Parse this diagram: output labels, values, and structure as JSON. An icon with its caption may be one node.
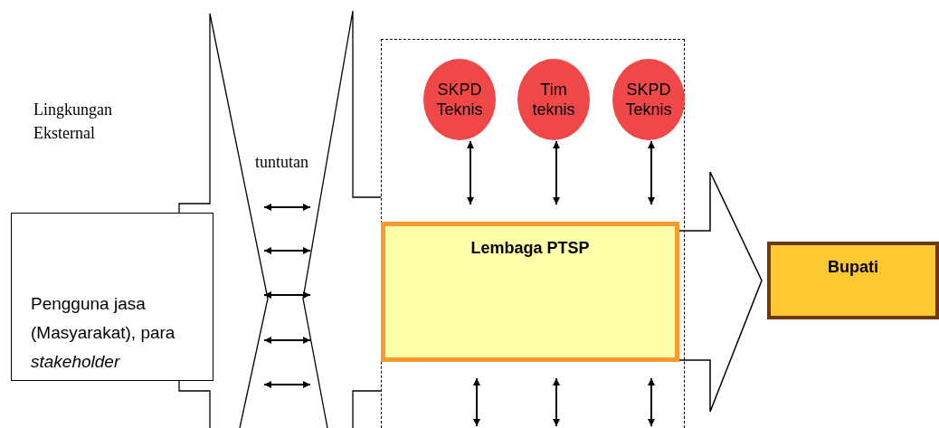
{
  "diagram": {
    "nodes": [
      {
        "text": [],
        "shape": "box"
      },
      {
        "text": [
          "SKPD Teknis"
        ],
        "in": 0
      },
      {
        "text": [
          "Tim teknis"
        ],
        "in": 0
      },
      {
        "text": [
          "SKPD Teknis"
        ],
        "in": 0
      },
      {
        "text": [
          "Lembaga PTSP"
        ],
        "in": 0
      },
      {
        "text": [
          "Pengguna jasa (Masyarakat), para *stakeholder*"
        ]
      },
      {
        "text": [
          "Bupati"
        ]
      }
    ],
    "edges": [
      {
        "from": 1,
        "to": 4,
        "arrow": "both"
      },
      {
        "from": 2,
        "to": 4,
        "arrow": "both"
      },
      {
        "from": 3,
        "to": 4,
        "arrow": "both"
      },
      {
        "from": 4,
        "to": null,
        "arrow": "both"
      },
      {
        "from": 4,
        "to": null,
        "arrow": "both"
      },
      {
        "from": 4,
        "to": null,
        "arrow": "both"
      },
      {
        "from": 4,
        "to": 6,
        "arrow": "to",
        "style": "thick"
      }
    ],
    "labels": [
      "Lingkungan Eksternal",
      "tuntutan"
    ]
  }
}
